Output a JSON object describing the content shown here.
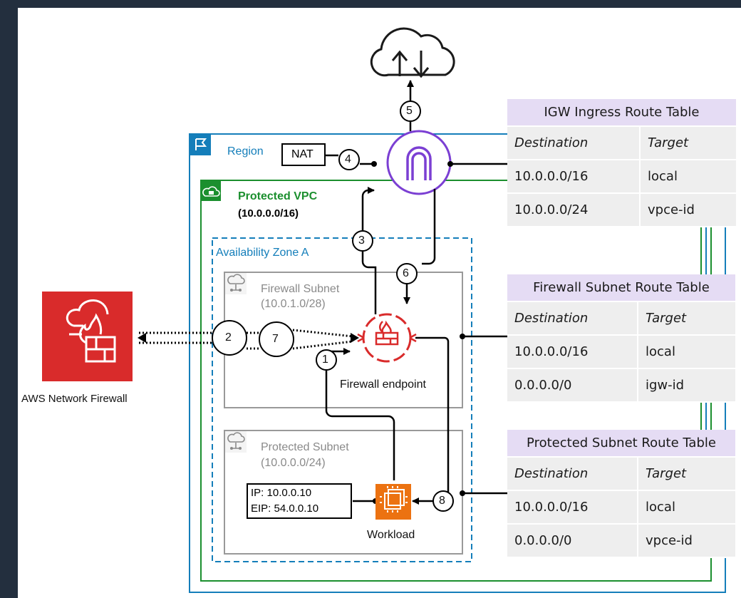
{
  "colors": {
    "background": "#232f3e",
    "region": "#147eba",
    "vpc": "#1b8f2e",
    "firewall": "#d92b2b",
    "igw": "#7b3fd3",
    "workload": "#ec7211",
    "route_table_title": "#e5dcf4",
    "route_table_body": "#eeeeee"
  },
  "region": {
    "label": "Region",
    "icon": "flag-icon"
  },
  "nat": {
    "label": "NAT"
  },
  "vpc": {
    "label": "Protected VPC",
    "cidr": "(10.0.0.0/16)",
    "icon": "lock-cloud-icon"
  },
  "az": {
    "label": "Availability Zone A"
  },
  "firewall_subnet": {
    "label": "Firewall Subnet",
    "cidr": "(10.0.1.0/28)",
    "icon": "subnet-cloud-icon"
  },
  "protected_subnet": {
    "label": "Protected Subnet",
    "cidr": "(10.0.0.0/24)",
    "icon": "subnet-cloud-icon"
  },
  "firewall_endpoint": {
    "label": "Firewall endpoint",
    "icon": "firewall-endpoint-icon"
  },
  "aws_network_firewall": {
    "label": "AWS Network Firewall",
    "icon": "network-firewall-icon"
  },
  "internet": {
    "icon": "internet-cloud-icon"
  },
  "igw": {
    "icon": "internet-gateway-icon"
  },
  "workload": {
    "label": "Workload",
    "ip": "IP: 10.0.0.10",
    "eip": "EIP: 54.0.0.10",
    "icon": "ec2-instance-icon"
  },
  "steps": [
    "1",
    "2",
    "3",
    "4",
    "5",
    "6",
    "7",
    "8"
  ],
  "route_tables": [
    {
      "title": "IGW Ingress Route Table",
      "headers": [
        "Destination",
        "Target"
      ],
      "rows": [
        [
          "10.0.0.0/16",
          "local"
        ],
        [
          "10.0.0.0/24",
          "vpce-id"
        ]
      ]
    },
    {
      "title": "Firewall Subnet Route Table",
      "headers": [
        "Destination",
        "Target"
      ],
      "rows": [
        [
          "10.0.0.0/16",
          "local"
        ],
        [
          "0.0.0.0/0",
          "igw-id"
        ]
      ]
    },
    {
      "title": "Protected Subnet Route Table",
      "headers": [
        "Destination",
        "Target"
      ],
      "rows": [
        [
          "10.0.0.0/16",
          "local"
        ],
        [
          "0.0.0.0/0",
          "vpce-id"
        ]
      ]
    }
  ]
}
